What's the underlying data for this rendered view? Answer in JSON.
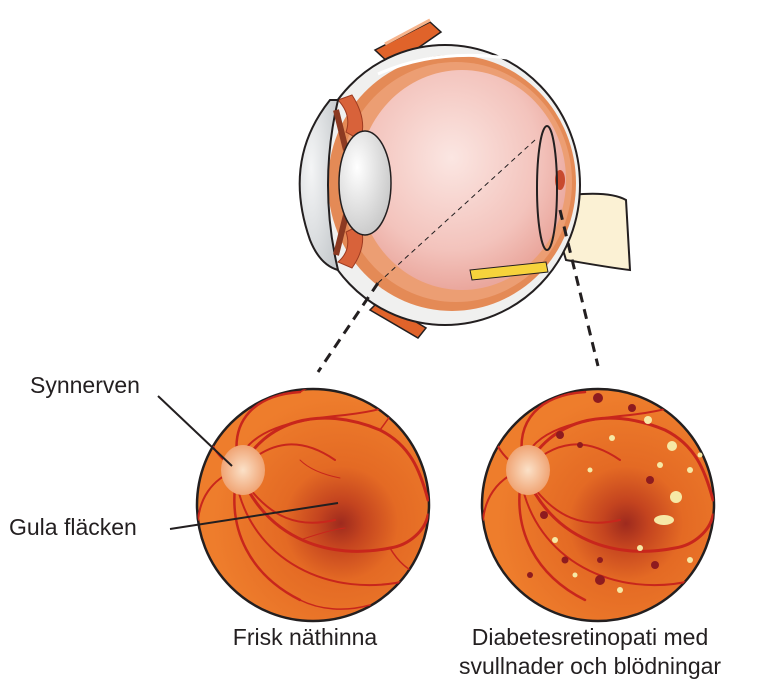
{
  "labels": {
    "optic_nerve": "Synnerven",
    "macula": "Gula fläcken"
  },
  "captions": {
    "healthy": "Frisk näthinna",
    "diabetic_line1": "Diabetesretinopati med",
    "diabetic_line2": "svullnader och blödningar"
  },
  "colors": {
    "retina_orange": "#e8762a",
    "retina_edge": "#d35f1c",
    "macula_dark": "#9e2a1e",
    "vessel_red": "#c8261c",
    "optic_disc": "#f7c5a0",
    "exudate_yellow": "#f6e9a6",
    "hemorrhage": "#8e1b1f",
    "eye_outline": "#231f20",
    "eye_inner_pink": "#f1bcb6",
    "eye_flesh": "#e79462"
  }
}
